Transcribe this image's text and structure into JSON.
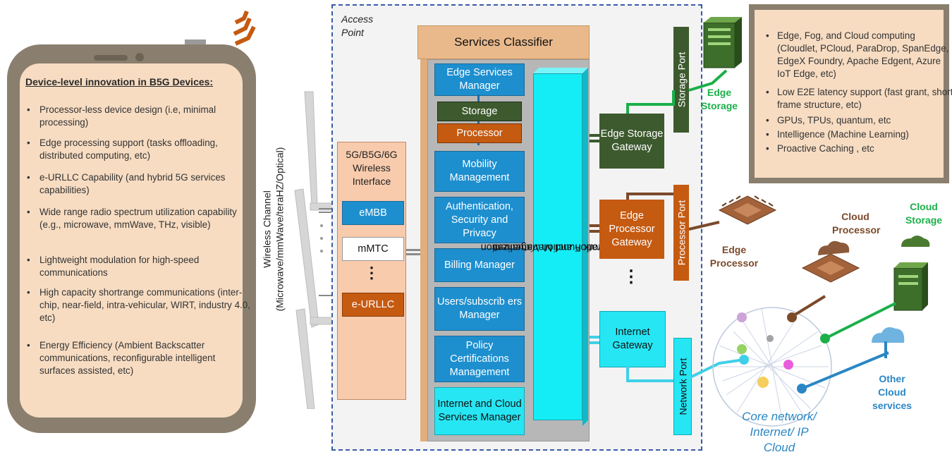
{
  "phone": {
    "title": "Device-level innovation in B5G Devices:",
    "bullets": [
      "Processor-less device design (i.e, minimal processing)",
      "Edge processing support (tasks offloading, distributed computing, etc)",
      "e-URLLC Capability (and hybrid 5G services capabilities)",
      "Wide range radio spectrum utilization capability (e.g., microwave, mmWave, THz, visible)",
      "Lightweight modulation for high-speed communications",
      "High capacity shortrange communications (inter-chip, near-field, intra-vehicular, WIRT, industry 4.0, etc)",
      "Energy Efficiency (Ambient Backscatter communications, reconfigurable intelligent surfaces assisted, etc)"
    ]
  },
  "wireless_channel": {
    "line1": "Wireless Channel",
    "line2": "(Microwave/mmWave/teraHZ/Optical)"
  },
  "access_point": {
    "label_line1": "Access",
    "label_line2": "Point"
  },
  "wireless_interface": {
    "title": "5G/B5G/6G Wireless Interface",
    "embb": "eMBB",
    "mmtc": "mMTC",
    "ellipsis": "⋮",
    "eurllc": "e-URLLC"
  },
  "services_classifier": "Services Classifier",
  "services": {
    "edge_services_manager": "Edge Services Manager",
    "storage": "Storage",
    "processor": "Processor",
    "mobility": "Mobility Management",
    "auth": "Authentication, Security and Privacy",
    "billing": "Billing Manager",
    "users": "Users/subscrib ers Manager",
    "policy": "Policy Certifications Management",
    "internet_cloud": "Internet and Cloud Services Manager"
  },
  "nfv": {
    "line1": "Network Function Virtualization",
    "line2": "Orchestration and Management"
  },
  "gateways": {
    "storage": "Edge Storage Gateway",
    "processor": "Edge Processor Gateway",
    "ellipsis": "⋮",
    "internet": "Internet Gateway"
  },
  "ports": {
    "storage": "Storage Port",
    "processor": "Processor Port",
    "network": "Network Port"
  },
  "labels": {
    "edge_storage": "Edge Storage",
    "edge_processor": "Edge Processor",
    "cloud_processor": "Cloud Processor",
    "cloud_storage": "Cloud Storage",
    "other_cloud": "Other Cloud services",
    "core_network": "Core network/ Internet/ IP Cloud"
  },
  "info": {
    "bullets": [
      "Edge, Fog, and Cloud computing (Cloudlet, PCloud, ParaDrop, SpanEdge, EdgeX Foundry, Apache Edgent, Azure IoT Edge, etc)",
      "Low E2E latency support (fast grant, short frame structure, etc)",
      "GPUs, TPUs, quantum, etc",
      "Intelligence (Machine Learning)",
      "Proactive Caching , etc"
    ]
  },
  "colors": {
    "phone_frame": "#8a7f6e",
    "phone_screen": "#f7dcc2",
    "service_blue": "#1d8fcf",
    "cyan": "#27e6f4",
    "storage_green": "#3d5a2e",
    "processor_orange": "#c55a11",
    "link_green": "#1bb04a",
    "link_brown": "#7b4a2a",
    "link_cyan": "#3fd0e8",
    "cloud_blue": "#2a86c4"
  }
}
